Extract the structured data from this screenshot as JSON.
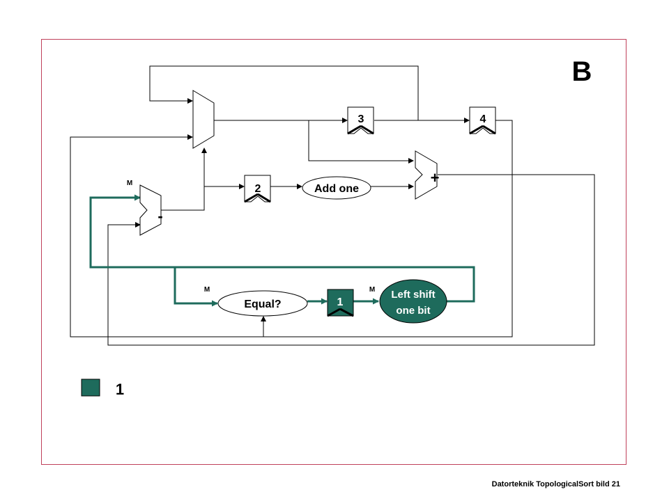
{
  "slide": {
    "title": "B",
    "footer": "Datorteknik TopologicalSort  bild  21"
  },
  "registers": {
    "reg1": "1",
    "reg2": "2",
    "reg3": "3",
    "reg4": "4"
  },
  "units": {
    "adder_sign": "+",
    "subtractor_sign": "-",
    "add_one": "Add one",
    "equal": "Equal?",
    "left_shift_line1": "Left shift",
    "left_shift_line2": "one bit"
  },
  "mux_labels": {
    "m_sub": "M",
    "m_equal": "M",
    "m_shift": "M"
  },
  "legend": {
    "value": "1",
    "color": "#1e6b5c"
  },
  "colors": {
    "highlight": "#1e6b5c",
    "frame": "#c0405a"
  }
}
